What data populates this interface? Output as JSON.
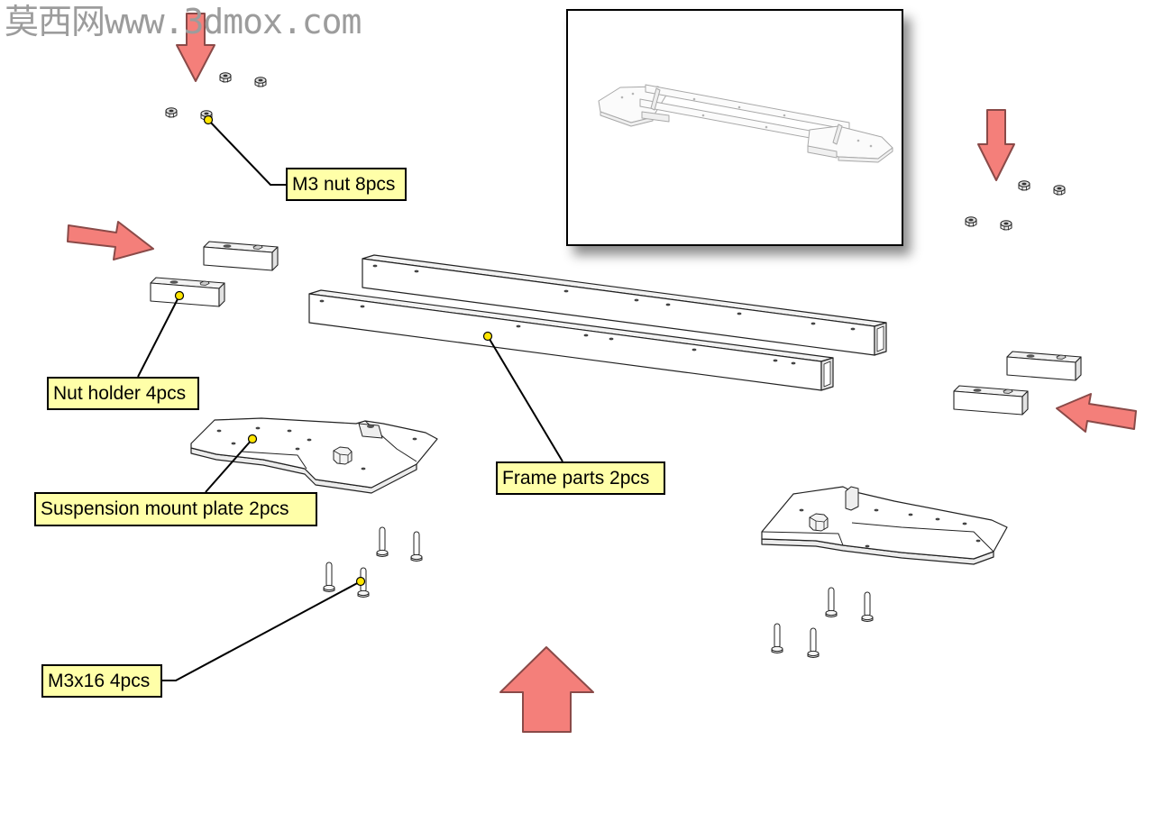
{
  "watermark": {
    "text": "莫西网www.3dmox.com"
  },
  "colors": {
    "arrow": "#f47f7a",
    "arrow_outline": "#8a4a48",
    "label_bg": "#ffffa8",
    "callout_dot": "#ffe600"
  },
  "labels": {
    "m3_nut": "M3 nut 8pcs",
    "nut_holder": "Nut holder 4pcs",
    "suspension_plate": "Suspension mount plate 2pcs",
    "frame_parts": "Frame parts 2pcs",
    "m3x16": "M3x16 4pcs"
  }
}
